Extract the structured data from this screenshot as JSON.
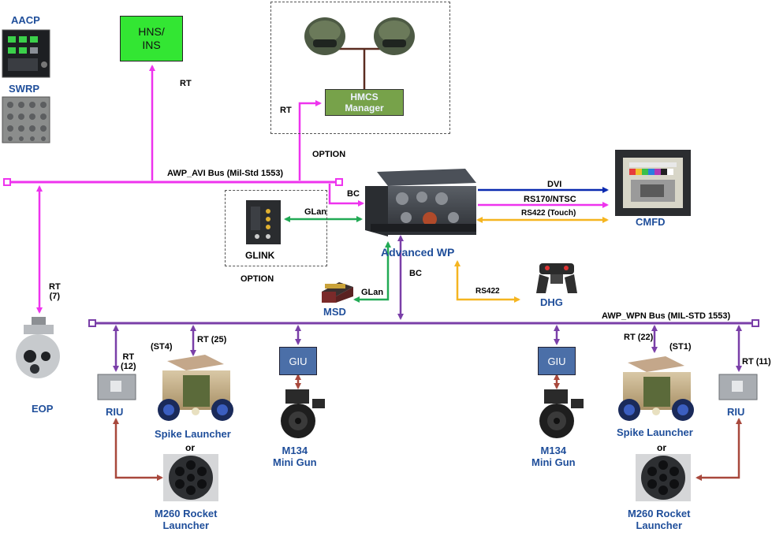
{
  "labels": {
    "aacp": "AACP",
    "swrp": "SWRP",
    "hns_line1": "HNS/",
    "hns_line2": "INS",
    "rt_hns": "RT",
    "hmcs_line1": "HMCS",
    "hmcs_line2": "Manager",
    "rt_hmcs": "RT",
    "option_top": "OPTION",
    "avi_bus": "AWP_AVI Bus (Mil-Std 1553)",
    "bc_top": "BC",
    "glan_glink": "GLan",
    "glink": "GLINK",
    "option_bottom": "OPTION",
    "advanced_wp": "Advanced WP",
    "dvi": "DVI",
    "rs170": "RS170/NTSC",
    "rs422_touch": "RS422 (Touch)",
    "cmfd": "CMFD",
    "bc_bottom": "BC",
    "rs422": "RS422",
    "dhg": "DHG",
    "glan_msd": "GLan",
    "msd": "MSD",
    "rt7_line1": "RT",
    "rt7_line2": "(7)",
    "eop": "EOP",
    "wpn_bus": "AWP_WPN Bus (MIL-STD 1553)",
    "rt12_line1": "RT",
    "rt12_line2": "(12)",
    "st4": "(ST4)",
    "rt25": "RT (25)",
    "giu_left": "GIU",
    "giu_right": "GIU",
    "rt22": "RT (22)",
    "st1": "(ST1)",
    "rt11": "RT (11)",
    "riu_left": "RIU",
    "riu_right": "RIU",
    "spike_left": "Spike Launcher",
    "spike_right": "Spike Launcher",
    "or_left": "or",
    "or_right": "or",
    "m134_left_line1": "M134",
    "m134_left_line2": "Mini Gun",
    "m134_right_line1": "M134",
    "m134_right_line2": "Mini Gun",
    "m260_left_line1": "M260 Rocket",
    "m260_left_line2": "Launcher",
    "m260_right_line1": "M260 Rocket",
    "m260_right_line2": "Launcher"
  },
  "colors": {
    "avi_bus": "#ee33ee",
    "wpn_bus": "#7a3fa8",
    "glan": "#22aa55",
    "dvi": "#0a2ab0",
    "rs422": "#f5b520",
    "rocket_link": "#a8483c",
    "hmcs_link": "#5a2c20",
    "hns_box": "#33e633",
    "hmcs_box": "#77a24a",
    "giu_box": "#4b6fa8",
    "label_blue": "#1f4e9a"
  }
}
